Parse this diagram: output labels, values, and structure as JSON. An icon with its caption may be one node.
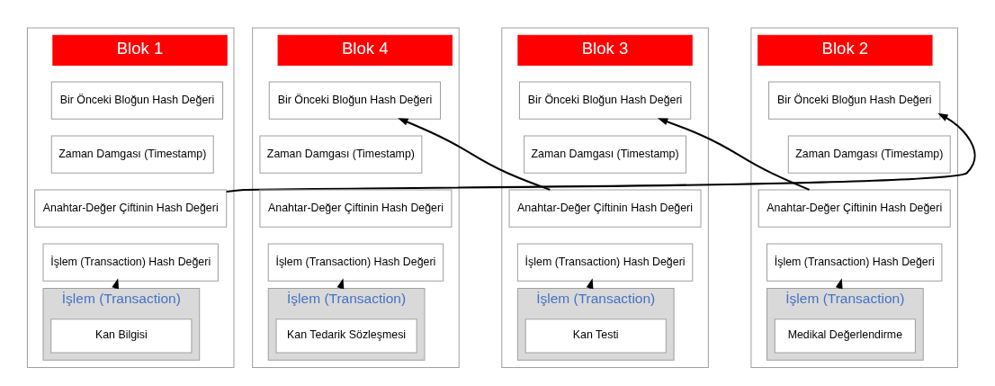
{
  "diagram": {
    "nodes": [
      {
        "text": [],
        "shape": "box"
      },
      {
        "text": [
          "Blok 1"
        ],
        "in": 0
      },
      {
        "text": [
          "Bir Önceki Bloğun Hash Değeri"
        ],
        "in": 0
      },
      {
        "text": [
          "Zaman Damgası (Timestamp)"
        ],
        "in": 0
      },
      {
        "text": [
          "Anahtar-Değer Çiftinin Hash Değeri"
        ],
        "in": 0
      },
      {
        "text": [
          "İşlem (Transaction) Hash Değeri"
        ],
        "in": 0
      },
      {
        "text": [
          "İşlem (Transaction)"
        ],
        "in": 0
      },
      {
        "text": [
          "Kan Bilgisi"
        ],
        "in": 6
      },
      {
        "text": [],
        "shape": "box"
      },
      {
        "text": [
          "Blok 2"
        ],
        "in": 8
      },
      {
        "text": [
          "Bir Önceki Bloğun Hash Değeri"
        ],
        "in": 8
      },
      {
        "text": [
          "Zaman Damgası (Timestamp)"
        ],
        "in": 8
      },
      {
        "text": [
          "Anahtar-Değer Çiftinin Hash Değeri"
        ],
        "in": 8
      },
      {
        "text": [
          "İşlem (Transaction) Hash Değeri"
        ],
        "in": 8
      },
      {
        "text": [
          "İşlem (Transaction)"
        ],
        "in": 8
      },
      {
        "text": [
          "Medikal Değerlendirme"
        ],
        "in": 14
      },
      {
        "text": [],
        "shape": "box"
      },
      {
        "text": [
          "Blok 3"
        ],
        "in": 16
      },
      {
        "text": [
          "Bir Önceki Bloğun Hash Değeri"
        ],
        "in": 16
      },
      {
        "text": [
          "Zaman Damgası (Timestamp)"
        ],
        "in": 16
      },
      {
        "text": [
          "Anahtar-Değer Çiftinin Hash Değeri"
        ],
        "in": 16
      },
      {
        "text": [
          "İşlem (Transaction) Hash Değeri"
        ],
        "in": 16
      },
      {
        "text": [
          "İşlem (Transaction)"
        ],
        "in": 16
      },
      {
        "text": [
          "Kan Testi"
        ],
        "in": 22
      },
      {
        "text": [],
        "shape": "box"
      },
      {
        "text": [
          "Blok 4"
        ],
        "in": 24
      },
      {
        "text": [
          "Bir Önceki Bloğun Hash Değeri"
        ],
        "in": 24
      },
      {
        "text": [
          "Zaman Damgası (Timestamp)"
        ],
        "in": 24
      },
      {
        "text": [
          "Anahtar-Değer Çiftinin Hash Değeri"
        ],
        "in": 24
      },
      {
        "text": [
          "İşlem (Transaction) Hash Değeri"
        ],
        "in": 24
      },
      {
        "text": [
          "İşlem (Transaction)"
        ],
        "in": 24
      },
      {
        "text": [
          "Kan Tedarik Sözleşmesi"
        ],
        "in": 30
      }
    ],
    "edges": [
      {
        "from": 6,
        "to": 5,
        "arrow": "to"
      },
      {
        "from": 14,
        "to": 13,
        "arrow": "to"
      },
      {
        "from": 22,
        "to": 21,
        "arrow": "to"
      },
      {
        "from": 30,
        "to": 29,
        "arrow": "to"
      },
      {
        "from": 4,
        "to": 10,
        "arrow": "to"
      },
      {
        "from": 12,
        "to": 18,
        "arrow": "to"
      },
      {
        "from": 20,
        "to": 26,
        "arrow": "to"
      }
    ]
  }
}
